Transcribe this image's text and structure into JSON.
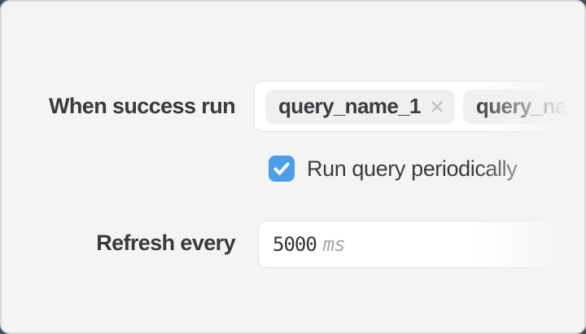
{
  "colors": {
    "panel_background": "#f4f4f5",
    "panel_border": "#d9d9dc",
    "backdrop": "#42525c",
    "checkbox_blue": "#4b9fe9",
    "tag_background": "#f0f0f1",
    "field_background": "#ffffff",
    "label_text": "#3a3a3e",
    "muted_text": "#a5a5ab"
  },
  "success_row": {
    "label": "When success run",
    "tags": [
      {
        "label": "query_name_1",
        "removable": true
      },
      {
        "label": "query_nam",
        "removable": false,
        "clipped": true
      }
    ]
  },
  "periodic_row": {
    "label": "Run query periodically",
    "checked": true
  },
  "refresh_row": {
    "label": "Refresh every",
    "value": "5000",
    "unit": "ms"
  }
}
